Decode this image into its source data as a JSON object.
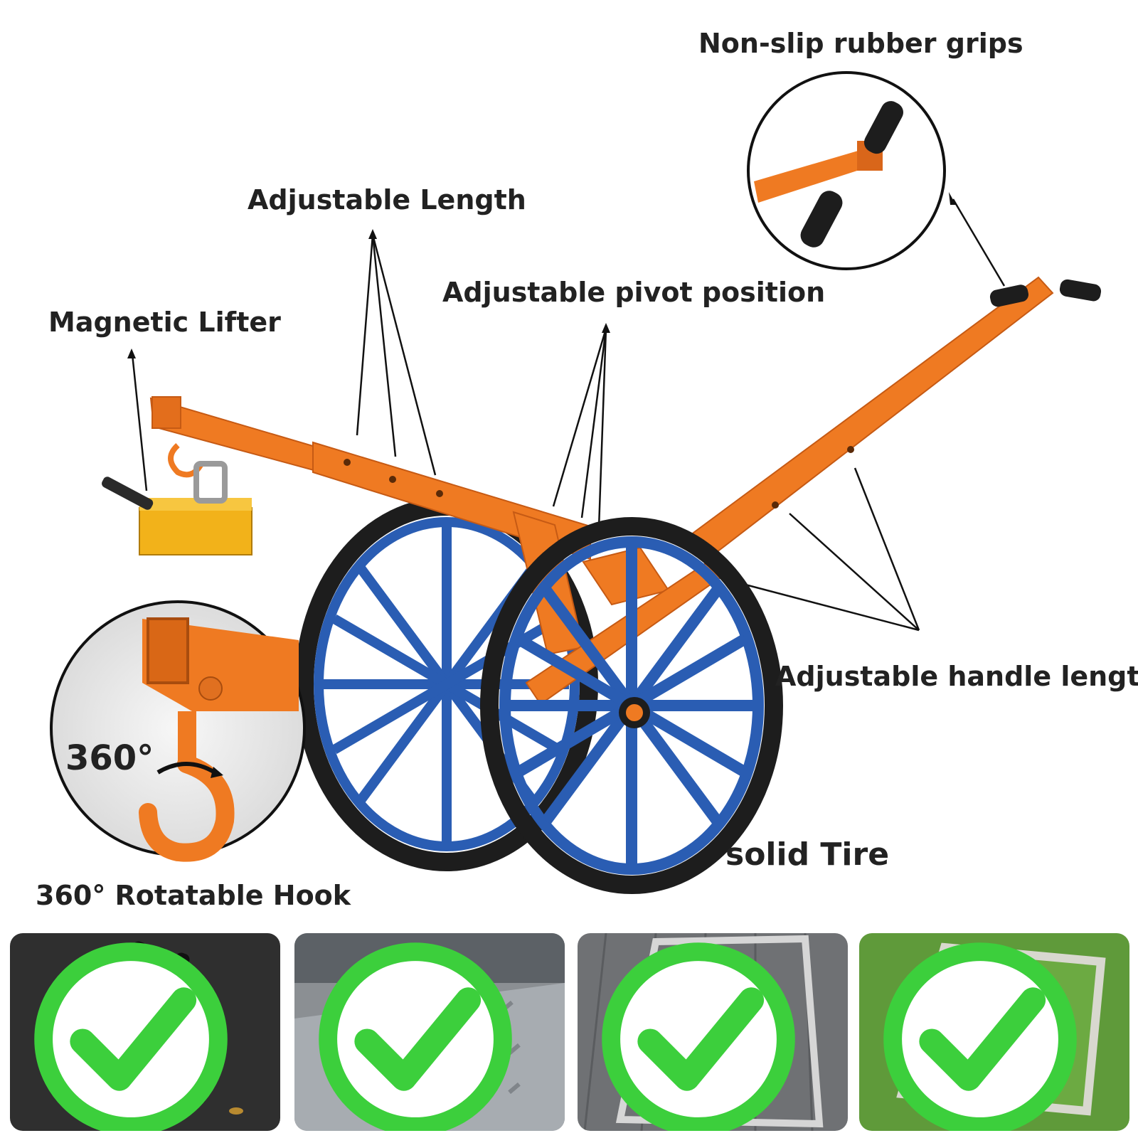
{
  "labels": {
    "grips": "Non-slip rubber grips",
    "length": "Adjustable Length",
    "pivot": "Adjustable pivot position",
    "magnet": "Magnetic Lifter",
    "handle": "Adjustable handle length",
    "tire": "solid Tire",
    "hook": "360° Rotatable Hook",
    "degree": "360°"
  },
  "colors": {
    "frame_orange": "#ef7a22",
    "wheel_blue": "#2a5db3",
    "tire_black": "#1d1d1d",
    "magnet_yellow": "#f2b21a",
    "check_green": "#3ccf3c"
  },
  "tiles": [
    {
      "subject": "drain grate",
      "icon": "check-icon"
    },
    {
      "subject": "diamond plate",
      "icon": "check-icon"
    },
    {
      "subject": "manhole cover on pavement",
      "icon": "check-icon"
    },
    {
      "subject": "manhole cover on grass",
      "icon": "check-icon"
    }
  ]
}
